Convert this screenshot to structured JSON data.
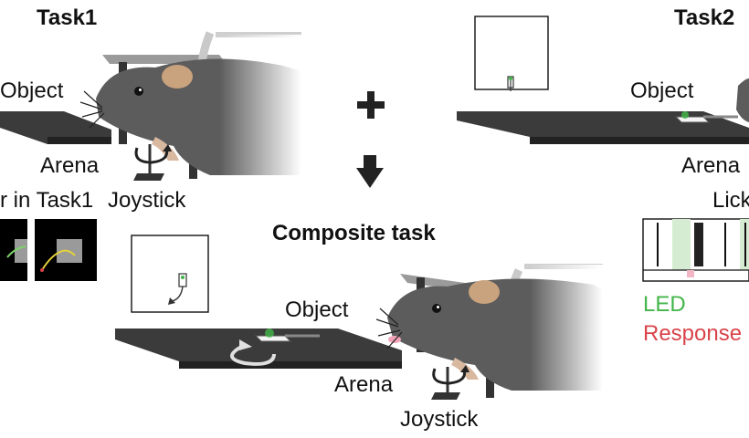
{
  "task1": {
    "title": "Task1",
    "object_label": "Object",
    "arena_label": "Arena",
    "joystick_label": "Joystick",
    "traj_caption": "r in Task1"
  },
  "task2": {
    "title": "Task2",
    "object_label": "Object",
    "arena_label": "Arena",
    "lick_label": "Lick",
    "led_label": "LED",
    "response_label": "Response"
  },
  "composite": {
    "title": "Composite task",
    "object_label": "Object",
    "arena_label": "Arena",
    "joystick_label": "Joystick"
  },
  "symbols": {
    "plus": "+"
  },
  "colors": {
    "arena": "#3b3b3b",
    "mouse": "#5c5c5c",
    "ear": "#c9a27e",
    "led_green": "#43b54a",
    "response_red": "#d9434a",
    "arrow": "#222222"
  }
}
